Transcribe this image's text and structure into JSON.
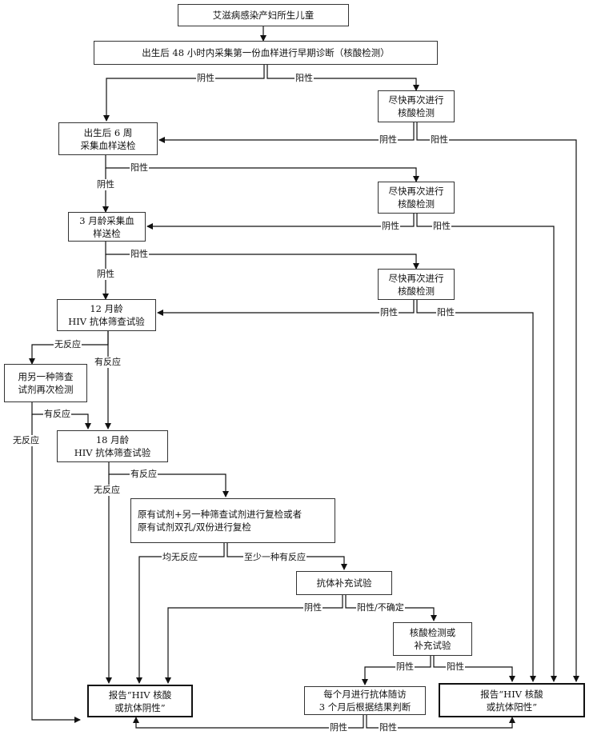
{
  "boxes": {
    "top": "艾滋病感染产妇所生儿童",
    "early_diag": "出生后 48 小时内采集第一份血样进行早期诊断（核酸检测）",
    "recheck1": "尽快再次进行\n核酸检测",
    "week6": "出生后 6 周\n采集血样送检",
    "recheck2": "尽快再次进行\n核酸检测",
    "month3": "3 月龄采集血\n样送检",
    "recheck3": "尽快再次进行\n核酸检测",
    "month12": "12 月龄\nHIV 抗体筛查试验",
    "other_reagent": "用另一种筛查\n试剂再次检测",
    "month18": "18 月龄\nHIV 抗体筛查试验",
    "retest": "原有试剂+另一种筛查试剂进行复检或者\n原有试剂双孔/双份进行复检",
    "supplement": "抗体补充试验",
    "nucleic_or_supp": "核酸检测或\n补充试验",
    "report_negative": "报告“HIV 核酸\n或抗体阴性”",
    "followup": "每个月进行抗体随访\n3 个月后根据结果判断",
    "report_positive": "报告“HIV 核酸\n或抗体阳性”"
  },
  "labels": {
    "neg1": "阴性",
    "pos1": "阳性",
    "neg_r1": "阴性",
    "pos_r1": "阳性",
    "pos2": "阳性",
    "neg2": "阴性",
    "neg_r2": "阴性",
    "pos_r2": "阳性",
    "pos3": "阳性",
    "neg3": "阴性",
    "neg_r3": "阴性",
    "pos_r3": "阳性",
    "nonreactive1": "无反应",
    "reactive1": "有反应",
    "reactive2": "有反应",
    "nonreactive2": "无反应",
    "reactive3": "有反应",
    "nonreactive3": "无反应",
    "all_nonreactive": "均无反应",
    "at_least_one": "至少一种有反应",
    "neg4": "阴性",
    "pos_uncertain": "阳性/不确定",
    "neg5": "阴性",
    "pos5": "阳性",
    "neg6": "阴性",
    "pos6": "阳性"
  }
}
